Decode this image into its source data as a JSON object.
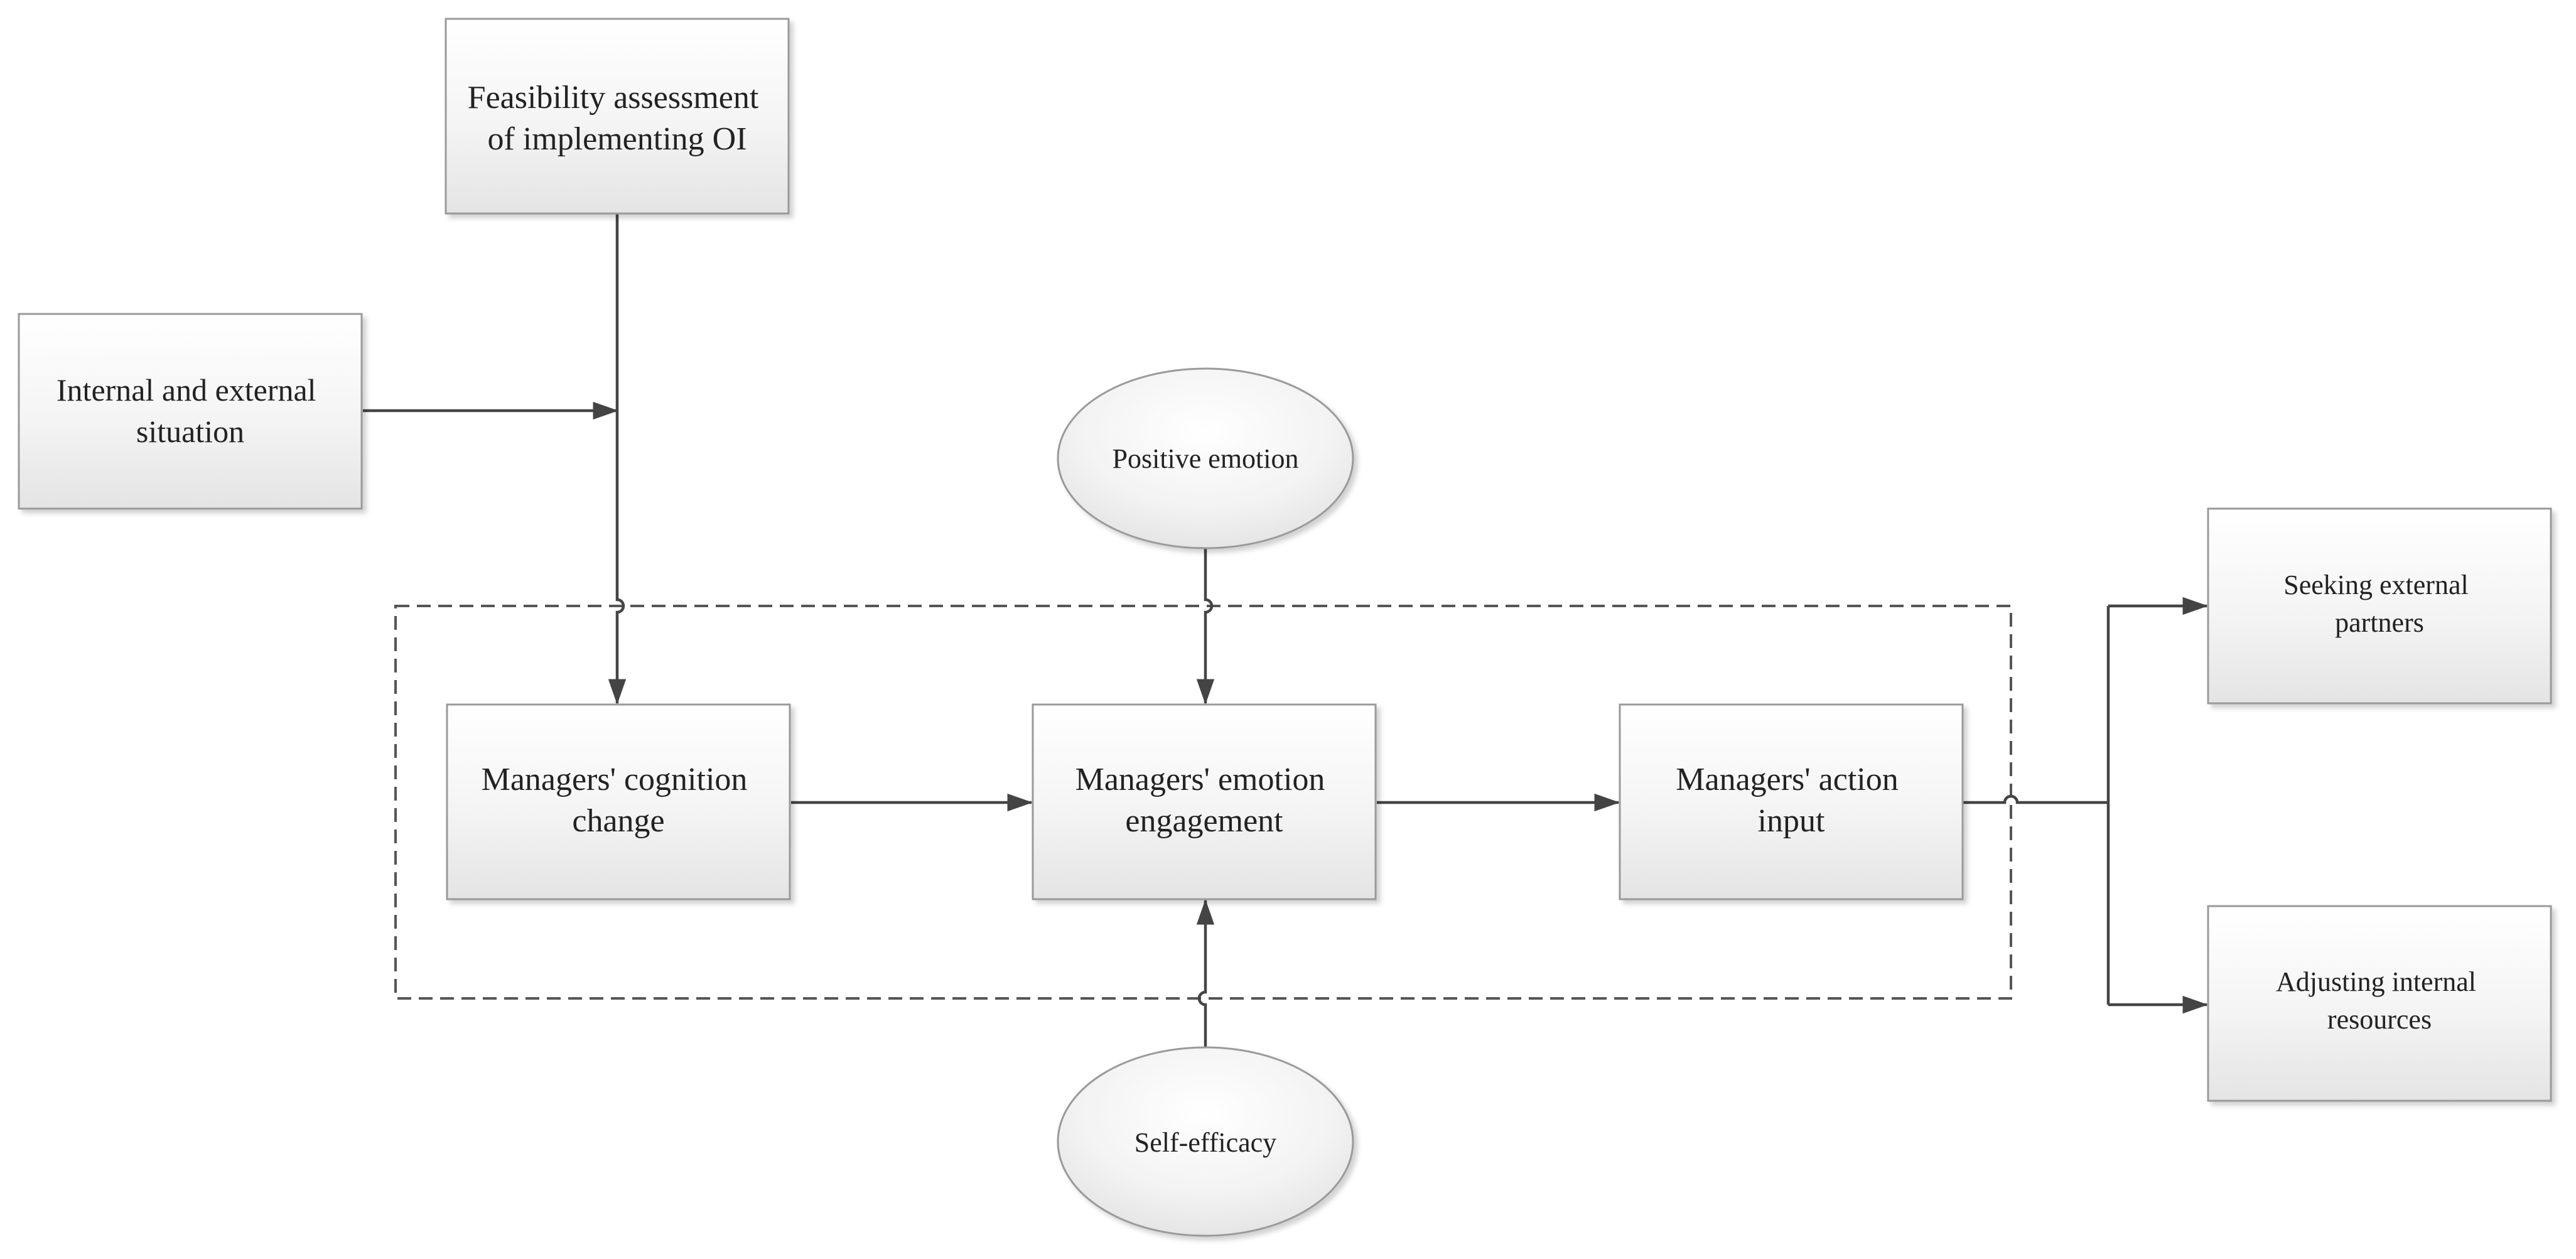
{
  "diagram": {
    "nodes": {
      "feasibility": {
        "lines": [
          "Feasibility assessment",
          "of implementing OI"
        ]
      },
      "situation": {
        "lines": [
          "Internal and external",
          "situation"
        ]
      },
      "positive_emotion": {
        "lines": [
          "Positive emotion"
        ]
      },
      "self_efficacy": {
        "lines": [
          "Self-efficacy"
        ]
      },
      "cognition": {
        "lines": [
          "Managers' cognition",
          "change"
        ]
      },
      "emotion": {
        "lines": [
          "Managers' emotion",
          "engagement"
        ]
      },
      "action": {
        "lines": [
          "Managers' action",
          "input"
        ]
      },
      "seeking": {
        "lines": [
          "Seeking external",
          "partners"
        ]
      },
      "adjusting": {
        "lines": [
          "Adjusting internal",
          "resources"
        ]
      }
    },
    "edges": [
      {
        "from": "feasibility",
        "to": "cognition"
      },
      {
        "from": "situation",
        "to": "feasibility-to-cognition-line"
      },
      {
        "from": "positive_emotion",
        "to": "emotion"
      },
      {
        "from": "self_efficacy",
        "to": "emotion"
      },
      {
        "from": "cognition",
        "to": "emotion"
      },
      {
        "from": "emotion",
        "to": "action"
      },
      {
        "from": "action",
        "to": "seeking"
      },
      {
        "from": "action",
        "to": "adjusting"
      }
    ]
  }
}
